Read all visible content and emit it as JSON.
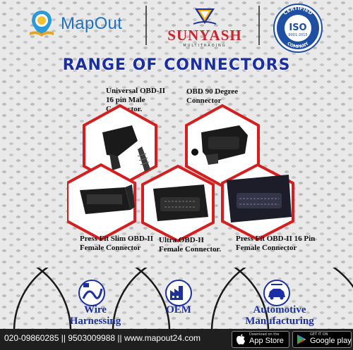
{
  "header": {
    "mapout_logo_text": "MapOut",
    "sunyash_name": "SUNYASH",
    "sunyash_tagline": "MULTITRADING",
    "iso_top": "CERTIFIED",
    "iso_mark": "ISO",
    "iso_standard": "9001:2015",
    "iso_bottom": "COMPANY"
  },
  "title": "RANGE OF CONNECTORS",
  "connectors": [
    {
      "line1": "Universal OBD-II",
      "line2": "16 pin  Male",
      "line3": "Connector."
    },
    {
      "line1": "OBD 90 Degree",
      "line2": "Connector"
    },
    {
      "line1": "Press Fit Slim OBD-II",
      "line2": "Female Connector"
    },
    {
      "line1": "Ultra OBD-II",
      "line2": "Female Connector."
    },
    {
      "line1": "Press Fit OBD-II 16 Pin",
      "line2": "Female Connector"
    }
  ],
  "categories": [
    {
      "line1": "Wire",
      "line2": "Harnessing",
      "icon": "cable-icon"
    },
    {
      "line1": "OEM",
      "line2": "",
      "icon": "factory-icon"
    },
    {
      "line1": "Automotive",
      "line2": "Manufacturing",
      "icon": "car-icon"
    }
  ],
  "footer": {
    "contact": "020-09860285 || 9503009988 || www.mapout24.com",
    "appstore_small": "Download on the",
    "appstore_big": "App Store",
    "googleplay_small": "GET IT ON",
    "googleplay_big": "Google play"
  },
  "colors": {
    "title_blue": "#1b2fa0",
    "hex_red": "#d21f1f",
    "brand_red": "#c8262c",
    "mapout_blue": "#1f72bf",
    "footer_bg": "#1f1f1f"
  }
}
